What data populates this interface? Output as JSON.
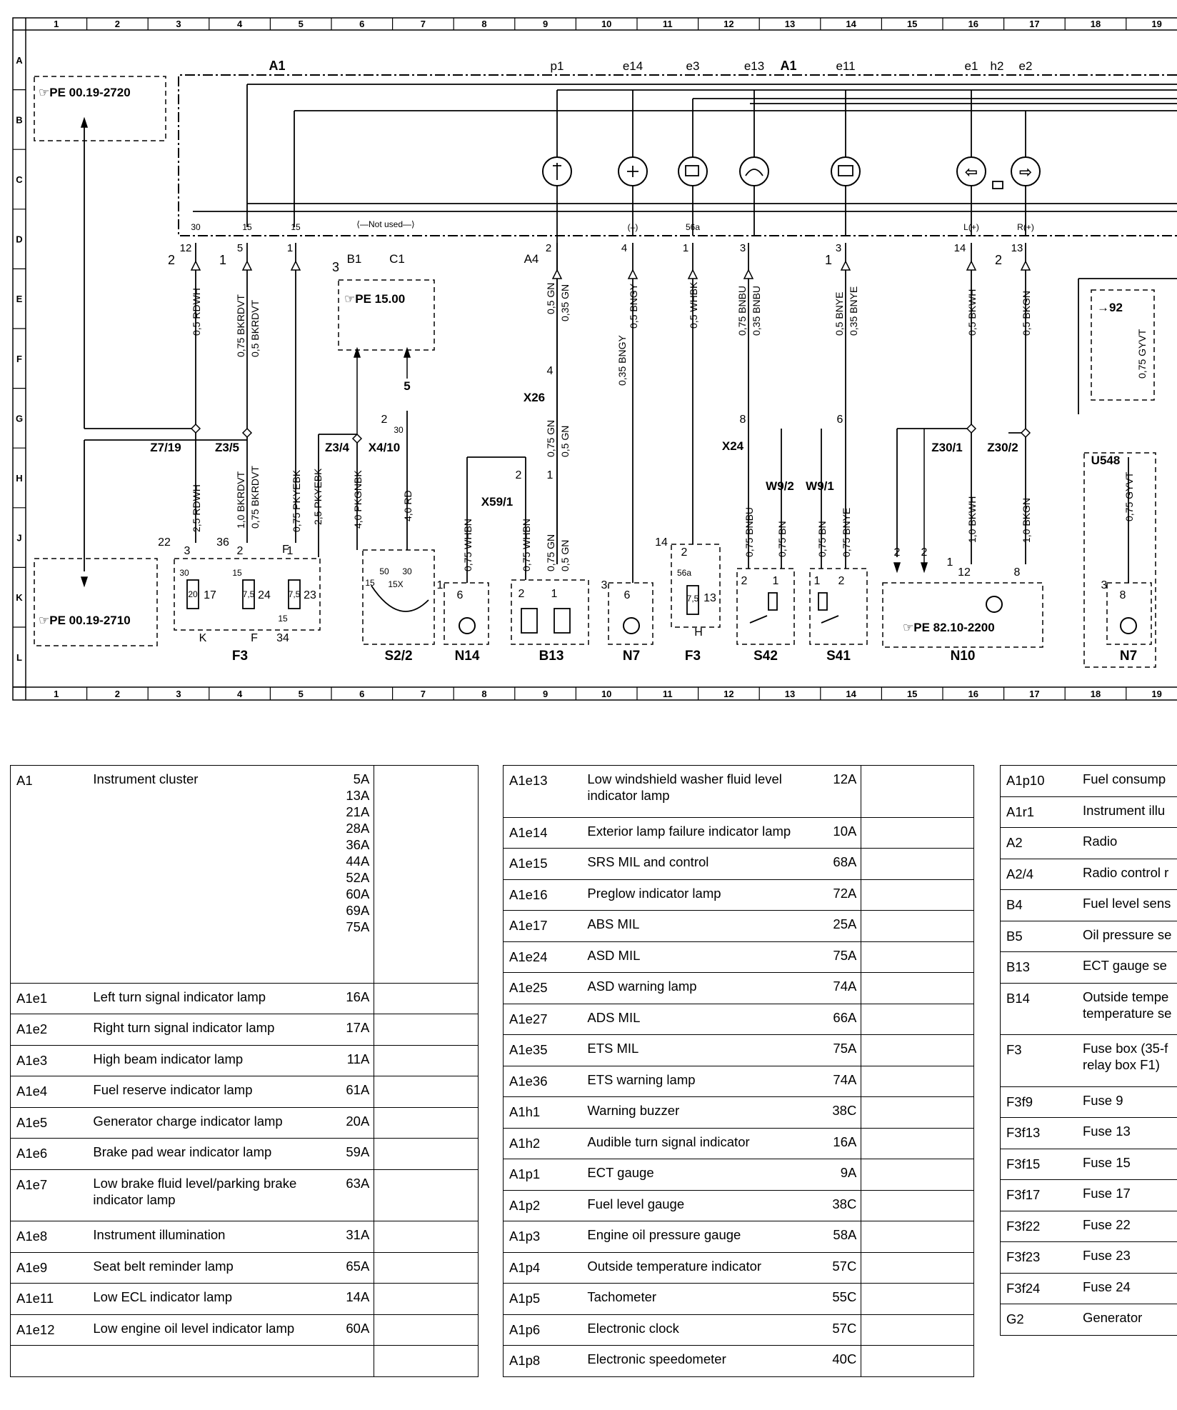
{
  "grid": {
    "columns": [
      "1",
      "2",
      "3",
      "4",
      "5",
      "6",
      "7",
      "8",
      "9",
      "10",
      "11",
      "12",
      "13",
      "14",
      "15",
      "16",
      "17",
      "18",
      "19"
    ],
    "rows": [
      "A",
      "B",
      "C",
      "D",
      "E",
      "F",
      "G",
      "H",
      "J",
      "K",
      "L"
    ]
  },
  "header_labels": {
    "a1_left": "A1",
    "p1": "p1",
    "e14": "e14",
    "e3": "e3",
    "e13": "e13",
    "a1_right": "A1",
    "e11": "e11",
    "e1": "e1",
    "h2": "h2",
    "e2": "e2"
  },
  "references": {
    "pe_top": "☞PE 00.19-2720",
    "pe_bottom": "☞PE 00.19-2710",
    "pe_15": "☞PE 15.00",
    "pe_82": "☞PE 82.10-2200"
  },
  "cluster_pins": {
    "p30": "30",
    "p15a": "15",
    "p15b": "15",
    "not_used": "⟨—Not used—⟩",
    "minus": "(–)",
    "p56a": "56a",
    "lplus": "L(+)",
    "rplus": "R(+)"
  },
  "connector_labels": {
    "b1": "B1",
    "c1": "C1",
    "a4": "A4",
    "x26": "X26",
    "x24": "X24",
    "x59": "X59/1",
    "z7": "Z7/19",
    "z3_5": "Z3/5",
    "z3_4": "Z3/4",
    "x4": "X4/10",
    "z30_1": "Z30/1",
    "z30_2": "Z30/2",
    "w9_2": "W9/2",
    "w9_1": "W9/1",
    "u548": "U548",
    "n92": "→92",
    "five": "5"
  },
  "pin_numbers": {
    "p12": "12",
    "p5": "5",
    "p1a": "1",
    "p2a": "2",
    "p4a": "4",
    "p1b": "1",
    "p3a": "3",
    "p3b": "3",
    "p14": "14",
    "p13": "13",
    "side2a": "2",
    "side1a": "1",
    "side3": "3",
    "side1b": "1",
    "side2b": "2"
  },
  "wires": {
    "w1": "0,5 RDWH",
    "w2": "0,75 BKRDVT",
    "w2b": "0,5 BKRDVT",
    "w3": "0,5 GN",
    "w3b": "0,35 GN",
    "w4": "0,5 BNGY",
    "w4b": "0,35 BNGY",
    "w5": "0,5 WHBK",
    "w6": "0,75 BNBU",
    "w6b": "0,35 BNBU",
    "w7": "0,5 BNYE",
    "w7b": "0,35 BNYE",
    "w8": "0,5 BKWH",
    "w9": "0,5 BKGN",
    "w10": "2,5 RDWH",
    "w11": "1,0 BKRDVT",
    "w11b": "0,75 BKRDVT",
    "w12": "0,75 PKYEBK",
    "w13": "2,5 PKYEBK",
    "w14": "4,0 PKGNBK",
    "w15": "4,0 RD",
    "w16": "0,75 WHBN",
    "w17": "0,75 WHBN",
    "w18": "0,75 GN",
    "w18b": "0,5 GN",
    "w19": "0,75 GN",
    "w19b": "0,5 GN",
    "w20": "0,75 BNBU",
    "w21": "0,75 BN",
    "w22": "0,75 BN",
    "w23": "0,75 BNYE",
    "w24": "1,0 BKWH",
    "w25": "1,0 BKGN",
    "w26": "0,75 GYVT",
    "w27": "0,75 GYVT"
  },
  "components": {
    "f3a": "F3",
    "s2": "S2/2",
    "n14": "N14",
    "b13": "B13",
    "n7a": "N7",
    "f3b": "F3",
    "s42": "S42",
    "s41": "S41",
    "n10": "N10",
    "n7b": "N7"
  },
  "component_details": {
    "f3_22": "22",
    "f3_36": "36",
    "f3_F": "F",
    "f3_3": "3",
    "f3_2": "2",
    "f3_1": "1",
    "f3_30": "30",
    "f3_15a": "15",
    "f3_15b": "15",
    "f3_20": "20",
    "f3_17": "17",
    "f3_75a": "7,5",
    "f3_24": "24",
    "f3_75b": "7,5",
    "f3_23": "23",
    "f3_K": "K",
    "f3_Fb": "F",
    "f3_34": "34",
    "s2_15": "15",
    "s2_50": "50",
    "s2_30": "30",
    "s2_15x": "15X",
    "s2_2": "2",
    "s2_30b": "30",
    "n14_1": "1",
    "n14_6": "6",
    "b13_2": "2",
    "b13_1": "1",
    "x59_2": "2",
    "x59_1": "1",
    "x26_4": "4",
    "n7_3": "3",
    "n7_6": "6",
    "f3b_14": "14",
    "f3b_2": "2",
    "f3b_56a": "56a",
    "f3b_75": "7,5",
    "f3b_13": "13",
    "f3b_H": "H",
    "x24_8": "8",
    "x24_6": "6",
    "s42_2": "2",
    "s42_1": "1",
    "s41_1": "1",
    "s41_2": "2",
    "n10_2a": "2",
    "n10_2b": "2",
    "n10_1": "1",
    "n10_12": "12",
    "n10_8": "8",
    "n7b_3": "3",
    "n7b_8": "8"
  },
  "legend": {
    "col1": [
      {
        "code": "A1",
        "desc": [
          "Instrument cluster"
        ],
        "ref": [
          "5A",
          "13A",
          "21A",
          "28A",
          "36A",
          "44A",
          "52A",
          "60A",
          "69A",
          "75A"
        ]
      },
      {
        "code": "A1e1",
        "desc": [
          "Left turn signal indicator lamp"
        ],
        "ref": [
          "16A"
        ]
      },
      {
        "code": "A1e2",
        "desc": [
          "Right turn signal indicator lamp"
        ],
        "ref": [
          "17A"
        ]
      },
      {
        "code": "A1e3",
        "desc": [
          "High beam indicator lamp"
        ],
        "ref": [
          "11A"
        ]
      },
      {
        "code": "A1e4",
        "desc": [
          "Fuel reserve indicator lamp"
        ],
        "ref": [
          "61A"
        ]
      },
      {
        "code": "A1e5",
        "desc": [
          "Generator charge indicator lamp"
        ],
        "ref": [
          "20A"
        ]
      },
      {
        "code": "A1e6",
        "desc": [
          "Brake pad wear indicator lamp"
        ],
        "ref": [
          "59A"
        ]
      },
      {
        "code": "A1e7",
        "desc": [
          "Low brake fluid level/parking brake",
          "indicator lamp"
        ],
        "ref": [
          "63A"
        ]
      },
      {
        "code": "A1e8",
        "desc": [
          "Instrument illumination"
        ],
        "ref": [
          "31A"
        ]
      },
      {
        "code": "A1e9",
        "desc": [
          "Seat belt reminder lamp"
        ],
        "ref": [
          "65A"
        ]
      },
      {
        "code": "A1e11",
        "desc": [
          "Low ECL indicator lamp"
        ],
        "ref": [
          "14A"
        ]
      },
      {
        "code": "A1e12",
        "desc": [
          "Low engine oil level indicator lamp"
        ],
        "ref": [
          "60A"
        ]
      },
      {
        "code": "",
        "desc": [
          ""
        ],
        "ref": [
          ""
        ]
      }
    ],
    "col2": [
      {
        "code": "A1e13",
        "desc": [
          "Low windshield washer fluid level",
          "indicator lamp"
        ],
        "ref": [
          "12A"
        ]
      },
      {
        "code": "A1e14",
        "desc": [
          "Exterior lamp failure indicator lamp"
        ],
        "ref": [
          "10A"
        ]
      },
      {
        "code": "A1e15",
        "desc": [
          "SRS MIL and control"
        ],
        "ref": [
          "68A"
        ]
      },
      {
        "code": "A1e16",
        "desc": [
          "Preglow indicator lamp"
        ],
        "ref": [
          "72A"
        ]
      },
      {
        "code": "A1e17",
        "desc": [
          "ABS MIL"
        ],
        "ref": [
          "25A"
        ]
      },
      {
        "code": "A1e24",
        "desc": [
          "ASD MIL"
        ],
        "ref": [
          "75A"
        ]
      },
      {
        "code": "A1e25",
        "desc": [
          "ASD warning lamp"
        ],
        "ref": [
          "74A"
        ]
      },
      {
        "code": "A1e27",
        "desc": [
          "ADS MIL"
        ],
        "ref": [
          "66A"
        ]
      },
      {
        "code": "A1e35",
        "desc": [
          "ETS MIL"
        ],
        "ref": [
          "75A"
        ]
      },
      {
        "code": "A1e36",
        "desc": [
          "ETS warning lamp"
        ],
        "ref": [
          "74A"
        ]
      },
      {
        "code": "A1h1",
        "desc": [
          "Warning buzzer"
        ],
        "ref": [
          "38C"
        ]
      },
      {
        "code": "A1h2",
        "desc": [
          "Audible turn signal indicator"
        ],
        "ref": [
          "16A"
        ]
      },
      {
        "code": "A1p1",
        "desc": [
          "ECT gauge"
        ],
        "ref": [
          "9A"
        ]
      },
      {
        "code": "A1p2",
        "desc": [
          "Fuel level gauge"
        ],
        "ref": [
          "38C"
        ]
      },
      {
        "code": "A1p3",
        "desc": [
          "Engine oil pressure gauge"
        ],
        "ref": [
          "58A"
        ]
      },
      {
        "code": "A1p4",
        "desc": [
          "Outside temperature indicator"
        ],
        "ref": [
          "57C"
        ]
      },
      {
        "code": "A1p5",
        "desc": [
          "Tachometer"
        ],
        "ref": [
          "55C"
        ]
      },
      {
        "code": "A1p6",
        "desc": [
          "Electronic clock"
        ],
        "ref": [
          "57C"
        ]
      },
      {
        "code": "A1p8",
        "desc": [
          "Electronic speedometer"
        ],
        "ref": [
          "40C"
        ]
      }
    ],
    "col3": [
      {
        "code": "A1p10",
        "desc": [
          "Fuel consump"
        ]
      },
      {
        "code": "A1r1",
        "desc": [
          "Instrument illu"
        ]
      },
      {
        "code": "A2",
        "desc": [
          "Radio"
        ]
      },
      {
        "code": "A2/4",
        "desc": [
          "Radio control r"
        ]
      },
      {
        "code": "B4",
        "desc": [
          "Fuel level sens"
        ]
      },
      {
        "code": "B5",
        "desc": [
          "Oil pressure se"
        ]
      },
      {
        "code": "B13",
        "desc": [
          "ECT gauge se"
        ]
      },
      {
        "code": "B14",
        "desc": [
          "Outside tempe",
          "temperature se"
        ]
      },
      {
        "code": "F3",
        "desc": [
          "Fuse box (35-f",
          "relay box F1)"
        ]
      },
      {
        "code": "F3f9",
        "desc": [
          "Fuse 9"
        ]
      },
      {
        "code": "F3f13",
        "desc": [
          "Fuse 13"
        ]
      },
      {
        "code": "F3f15",
        "desc": [
          "Fuse 15"
        ]
      },
      {
        "code": "F3f17",
        "desc": [
          "Fuse 17"
        ]
      },
      {
        "code": "F3f22",
        "desc": [
          "Fuse 22"
        ]
      },
      {
        "code": "F3f23",
        "desc": [
          "Fuse 23"
        ]
      },
      {
        "code": "F3f24",
        "desc": [
          "Fuse 24"
        ]
      },
      {
        "code": "G2",
        "desc": [
          "Generator"
        ]
      }
    ]
  }
}
